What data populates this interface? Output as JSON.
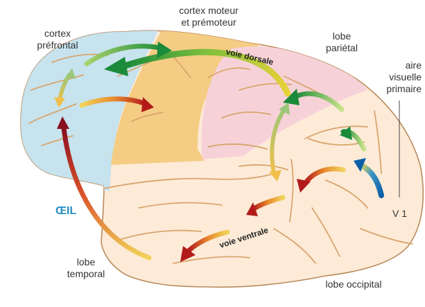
{
  "labels": {
    "motor_line1": "cortex moteur",
    "motor_line2": "et prémoteur",
    "prefrontal_line1": "cortex",
    "prefrontal_line2": "préfrontal",
    "parietal_line1": "lobe",
    "parietal_line2": "pariétal",
    "visual_line1": "aire",
    "visual_line2": "visuelle",
    "visual_line3": "primaire",
    "v1": "V 1",
    "eye": "ŒIL",
    "temporal_line1": "lobe",
    "temporal_line2": "temporal",
    "occipital": "lobe occipital",
    "dorsal": "voie dorsale",
    "ventral": "voie ventrale"
  },
  "colors": {
    "prefrontal": "#c6e3ee",
    "motor": "#f5cc84",
    "parietal": "#f6d2d8",
    "brain": "#fdebd8",
    "sulcus": "#d9a46c",
    "eye_text": "#2a8fc4"
  }
}
